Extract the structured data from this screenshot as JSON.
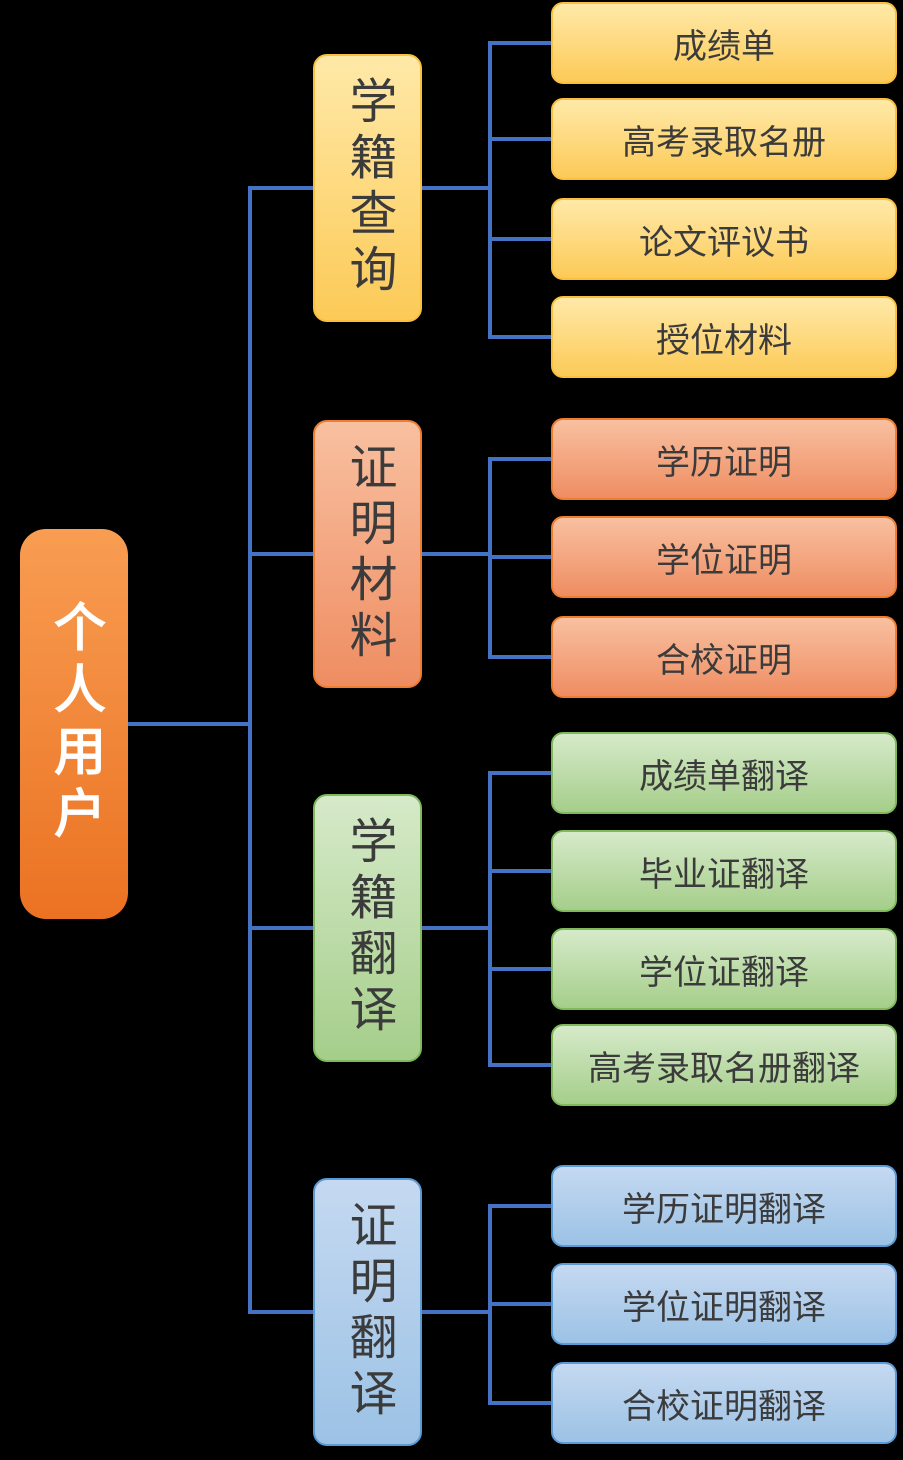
{
  "diagram": {
    "connector_color": "#4472C4",
    "text_color": "#3B3B3B",
    "root": {
      "label": "个人用户",
      "text_color": "#FFFFFF",
      "fill_top": "#F89D52",
      "fill_bottom": "#EB7222"
    },
    "groups": [
      {
        "label": "学籍查询",
        "fill_top": "#FFE9A8",
        "fill_bottom": "#FCCA57",
        "border_color": "#FBBF3E",
        "children": [
          "成绩单",
          "高考录取名册",
          "论文评议书",
          "授位材料"
        ]
      },
      {
        "label": "证明材料",
        "fill_top": "#F8C0A0",
        "fill_bottom": "#EF8D62",
        "border_color": "#ED7D31",
        "children": [
          "学历证明",
          "学位证明",
          "合校证明"
        ]
      },
      {
        "label": "学籍翻译",
        "fill_top": "#D6EAC9",
        "fill_bottom": "#A5CE8A",
        "border_color": "#7FB95C",
        "children": [
          "成绩单翻译",
          "毕业证翻译",
          "学位证翻译",
          "高考录取名册翻译"
        ]
      },
      {
        "label": "证明翻译",
        "fill_top": "#C5D9F1",
        "fill_bottom": "#9CC2E5",
        "border_color": "#5B9BD5",
        "children": [
          "学历证明翻译",
          "学位证明翻译",
          "合校证明翻译"
        ]
      }
    ]
  }
}
